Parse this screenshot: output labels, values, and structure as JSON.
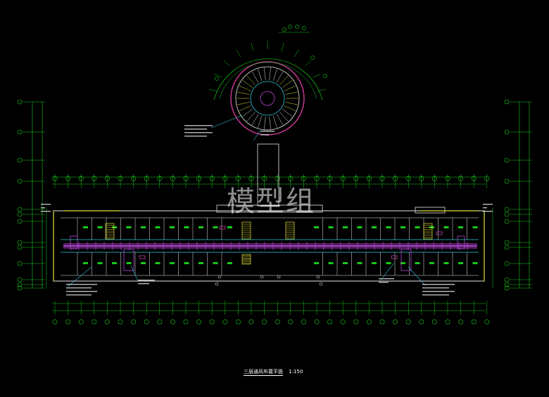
{
  "drawing": {
    "watermark": "模型组",
    "title": "三层通风布置平面",
    "scale": "1:150"
  },
  "colors": {
    "background": "#000000",
    "axis": "#19c919",
    "wall": "#e7e7e7",
    "duct": "#b548d8",
    "stair": "#e3e03b",
    "leader": "#30c8d8",
    "annot": "#ff5ad2",
    "rotunda_outer": "#d23c9a"
  },
  "icons": [
    "grid-bubble-icon",
    "stair-icon",
    "fan-icon"
  ]
}
